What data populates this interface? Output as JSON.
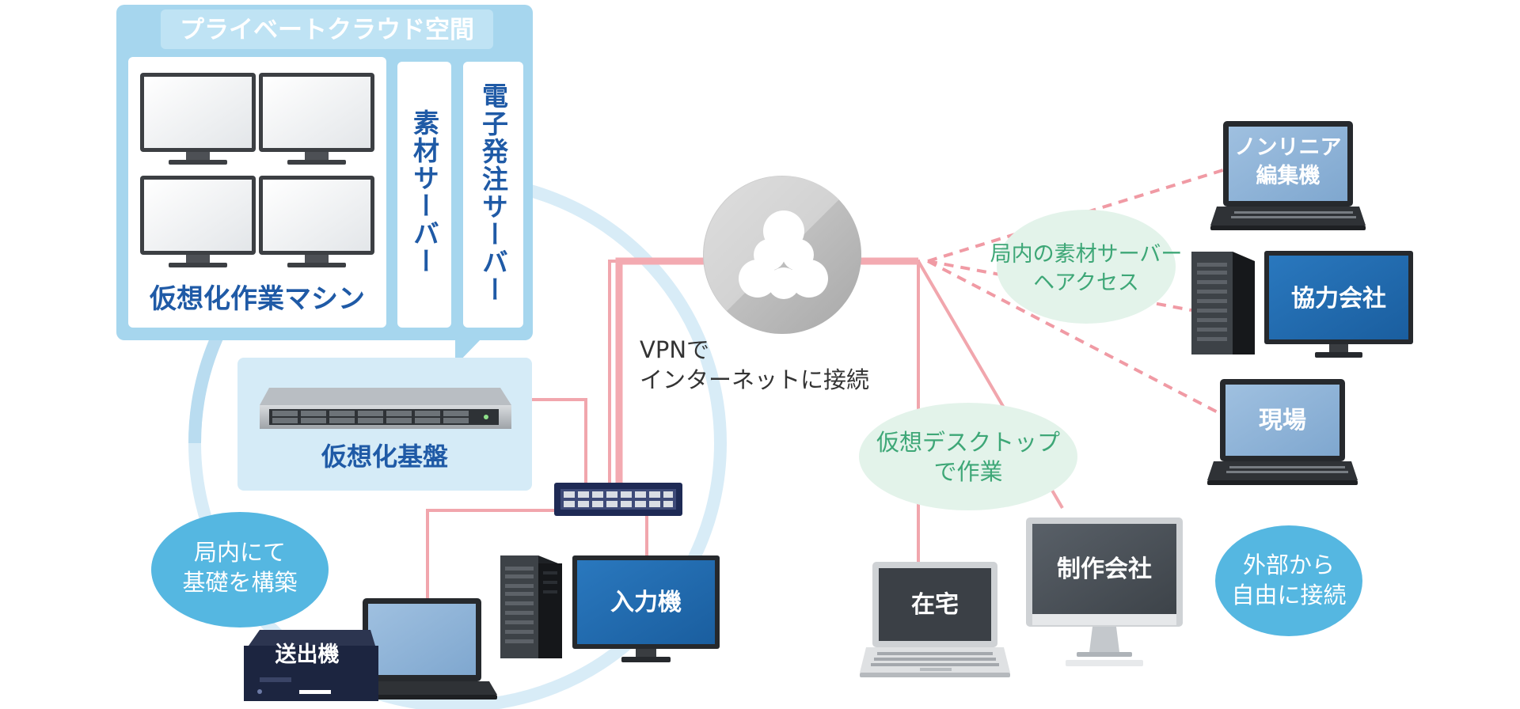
{
  "private_cloud": {
    "title": "プライベートクラウド空間",
    "vm_label": "仮想化作業マシン",
    "material_server": "素材サーバー",
    "order_server": "電子発注サーバー"
  },
  "virtualization_base": {
    "label": "仮想化基盤"
  },
  "internet": {
    "label_line1": "VPNで",
    "label_line2": "インターネットに接続"
  },
  "in_house": {
    "label_line1": "局内にて",
    "label_line2": "基礎を構築"
  },
  "transmitter": {
    "label": "送出機"
  },
  "input_machine": {
    "label": "入力機"
  },
  "bubbles": {
    "access_line1": "局内の素材サーバー",
    "access_line2": "ヘアクセス",
    "desktop_line1": "仮想デスクトップ",
    "desktop_line2": "で作業",
    "external_line1": "外部から",
    "external_line2": "自由に接続"
  },
  "clients": {
    "nonlinear_line1": "ノンリニア",
    "nonlinear_line2": "編集機",
    "partner": "協力会社",
    "site": "現場",
    "home": "在宅",
    "production": "制作会社"
  },
  "colors": {
    "cloud_panel": "#a6d6ee",
    "panel_title_bg": "#bfe3f4",
    "label_blue": "#1f5aa6",
    "link_pink": "#f1a6ad",
    "bubble_green": "#e3f3ea",
    "bubble_green_text": "#3ea777",
    "bubble_blue": "#55b7e1",
    "screen_blue": "#1e6bb1"
  }
}
